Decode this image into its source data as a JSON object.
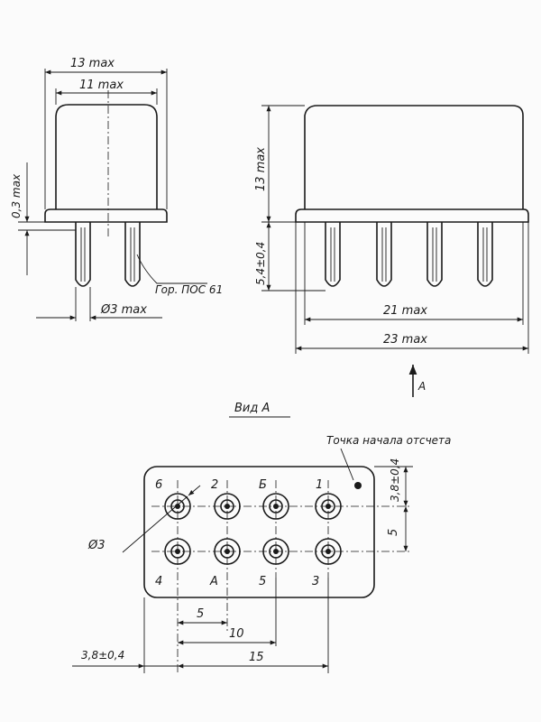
{
  "front_view": {
    "dim_outer": "13 max",
    "dim_inner": "11 max",
    "dim_gap": "0,3 max",
    "dim_pin_diameter": "Ø3 max",
    "solder_note": "Гор. ПОС 61"
  },
  "side_view": {
    "dim_height": "13 max",
    "dim_pin_length": "5,4±0,4",
    "dim_body": "21 max",
    "dim_base": "23 max",
    "view_arrow_label": "A"
  },
  "view_a": {
    "title": "Вид А",
    "origin_note": "Точка начала отсчета",
    "pin_labels_top": [
      "6",
      "2",
      "Б",
      "1"
    ],
    "pin_labels_bottom": [
      "4",
      "А",
      "5",
      "3"
    ],
    "dim_pad_diameter": "Ø3",
    "dim_top_offset": "3,8±0,4",
    "dim_row_pitch": "5",
    "dim_pitch_5": "5",
    "dim_pitch_10": "10",
    "dim_pitch_15": "15",
    "dim_left_offset": "3,8±0,4"
  }
}
